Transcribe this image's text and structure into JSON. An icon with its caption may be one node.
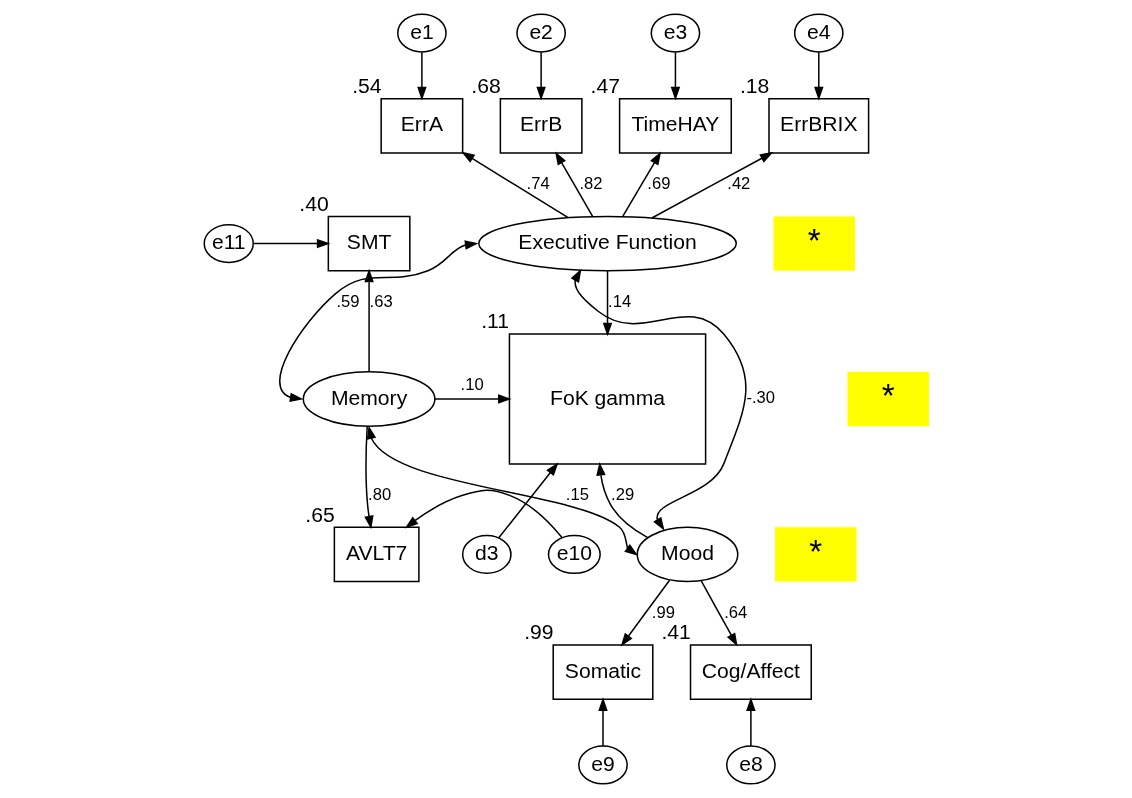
{
  "diagram": {
    "nodes": [
      {
        "text": [
          "e1"
        ]
      },
      {
        "text": [
          "e2"
        ]
      },
      {
        "text": [
          "e3"
        ]
      },
      {
        "text": [
          "e4"
        ]
      },
      {
        "text": [
          "ErrA"
        ],
        "beside": [
          ".54"
        ]
      },
      {
        "text": [
          "ErrB"
        ],
        "beside": [
          ".68"
        ]
      },
      {
        "text": [
          "TimeHAY"
        ],
        "beside": [
          ".47"
        ]
      },
      {
        "text": [
          "ErrBRIX"
        ],
        "beside": [
          ".18"
        ]
      },
      {
        "text": [
          "Executive Function"
        ]
      },
      {
        "text": [
          "e11"
        ]
      },
      {
        "text": [
          "SMT"
        ],
        "beside": [
          ".40"
        ]
      },
      {
        "text": [
          "Memory"
        ]
      },
      {
        "text": [
          "e10"
        ]
      },
      {
        "text": [
          "AVLT7"
        ],
        "beside": [
          ".65"
        ]
      },
      {
        "text": [
          "FoK gamma"
        ],
        "beside": [
          ".11"
        ]
      },
      {
        "text": [
          "d3"
        ]
      },
      {
        "text": [
          "Mood"
        ]
      },
      {
        "text": [
          "Somatic"
        ],
        "beside": [
          ".99"
        ]
      },
      {
        "text": [
          "Cog/Affect"
        ],
        "beside": [
          ".41"
        ]
      },
      {
        "text": [
          "e9"
        ]
      },
      {
        "text": [
          "e8"
        ]
      }
    ],
    "edges": [
      {
        "from": 0,
        "to": 4,
        "arrow": "to"
      },
      {
        "from": 1,
        "to": 5,
        "arrow": "to"
      },
      {
        "from": 2,
        "to": 6,
        "arrow": "to"
      },
      {
        "from": 3,
        "to": 7,
        "arrow": "to"
      },
      {
        "from": 8,
        "to": 4,
        "arrow": "to",
        "label": ".74"
      },
      {
        "from": 8,
        "to": 5,
        "arrow": "to",
        "label": ".82"
      },
      {
        "from": 8,
        "to": 6,
        "arrow": "to",
        "label": ".69"
      },
      {
        "from": 8,
        "to": 7,
        "arrow": "to",
        "label": ".42"
      },
      {
        "from": 11,
        "to": 8,
        "arrow": "both",
        "label": ".59"
      },
      {
        "from": 9,
        "to": 10,
        "arrow": "to"
      },
      {
        "from": 11,
        "to": 10,
        "arrow": "to",
        "label": ".63"
      },
      {
        "from": 8,
        "to": 16,
        "arrow": "both",
        "label": "-.30"
      },
      {
        "from": 12,
        "to": 13,
        "arrow": "to"
      },
      {
        "from": 11,
        "to": 13,
        "arrow": "to",
        "label": ".80"
      },
      {
        "from": 8,
        "to": 14,
        "arrow": "to",
        "label": ".14"
      },
      {
        "from": 11,
        "to": 14,
        "arrow": "to",
        "label": ".10"
      },
      {
        "from": 11,
        "to": 16,
        "arrow": "both",
        "label": ".15"
      },
      {
        "from": 16,
        "to": 14,
        "arrow": "to",
        "label": ".29"
      },
      {
        "from": 15,
        "to": 14,
        "arrow": "to"
      },
      {
        "from": 16,
        "to": 17,
        "arrow": "to",
        "label": ".99"
      },
      {
        "from": 16,
        "to": 18,
        "arrow": "to",
        "label": ".64"
      },
      {
        "from": 19,
        "to": 17,
        "arrow": "to"
      },
      {
        "from": 20,
        "to": 18,
        "arrow": "to"
      }
    ],
    "labels": [
      "*",
      "*",
      "*"
    ]
  }
}
